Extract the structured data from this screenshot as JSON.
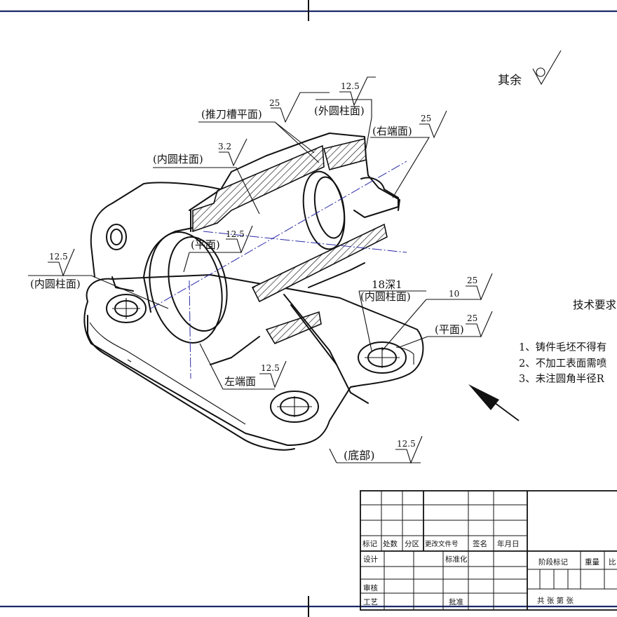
{
  "general_roughness": {
    "label": "其余"
  },
  "annotations": [
    {
      "id": "tuidaocao",
      "text": "(推刀槽平面)",
      "roughness": "25"
    },
    {
      "id": "waiyuan",
      "text": "(外圆柱面)",
      "roughness": "12.5"
    },
    {
      "id": "youduan",
      "text": "(右端面)",
      "roughness": "25"
    },
    {
      "id": "neiyuan-top",
      "text": "(内圆柱面)",
      "roughness": "3.2"
    },
    {
      "id": "pingmian-mid",
      "text": "(平面)",
      "roughness": "12.5"
    },
    {
      "id": "neiyuan-left",
      "text": "(内圆柱面)",
      "roughness": "12.5"
    },
    {
      "id": "hole",
      "text": "18深1",
      "subtext": "(内圆柱面)",
      "value": "10",
      "roughness": "25"
    },
    {
      "id": "pingmian-right",
      "text": "(平面)",
      "roughness": "25"
    },
    {
      "id": "zuoduan",
      "text": "左端面",
      "roughness": "12.5"
    },
    {
      "id": "dibu",
      "text": "(底部)",
      "roughness": "12.5"
    }
  ],
  "tech_requirements": {
    "title": "技术要求",
    "items": [
      "1、铸件毛坯不得有",
      "2、不加工表面需喷",
      "3、未注圆角半径R"
    ]
  },
  "title_block": {
    "row_labels": [
      "标记",
      "处数",
      "分区",
      "更改文件号",
      "签名",
      "年月日"
    ],
    "design": "设计",
    "standardize": "标准化",
    "review": "审核",
    "process": "工艺",
    "approve": "批准",
    "stage_mark": "阶段标记",
    "weight": "重量",
    "scale": "比",
    "sheets": "共  张  第  张"
  }
}
